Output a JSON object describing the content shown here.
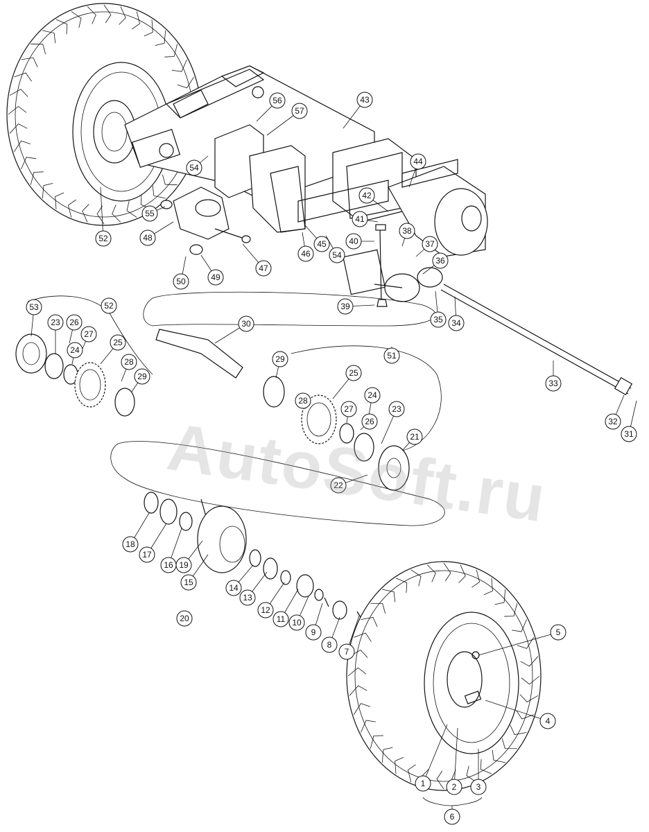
{
  "watermark": {
    "text": "AutoSoft.ru"
  },
  "callouts": [
    {
      "id": "1",
      "label": "1"
    },
    {
      "id": "2",
      "label": "2"
    },
    {
      "id": "3",
      "label": "3"
    },
    {
      "id": "4",
      "label": "4"
    },
    {
      "id": "5",
      "label": "5"
    },
    {
      "id": "6",
      "label": "6"
    },
    {
      "id": "7",
      "label": "7"
    },
    {
      "id": "8",
      "label": "8"
    },
    {
      "id": "9",
      "label": "9"
    },
    {
      "id": "10",
      "label": "10"
    },
    {
      "id": "11",
      "label": "11"
    },
    {
      "id": "12",
      "label": "12"
    },
    {
      "id": "13",
      "label": "13"
    },
    {
      "id": "14",
      "label": "14"
    },
    {
      "id": "15",
      "label": "15"
    },
    {
      "id": "16",
      "label": "16"
    },
    {
      "id": "17",
      "label": "17"
    },
    {
      "id": "18",
      "label": "18"
    },
    {
      "id": "19",
      "label": "19"
    },
    {
      "id": "20",
      "label": "20"
    },
    {
      "id": "21",
      "label": "21"
    },
    {
      "id": "22",
      "label": "22"
    },
    {
      "id": "23a",
      "label": "23"
    },
    {
      "id": "23b",
      "label": "23"
    },
    {
      "id": "24a",
      "label": "24"
    },
    {
      "id": "24b",
      "label": "24"
    },
    {
      "id": "25a",
      "label": "25"
    },
    {
      "id": "25b",
      "label": "25"
    },
    {
      "id": "26a",
      "label": "26"
    },
    {
      "id": "26b",
      "label": "26"
    },
    {
      "id": "27a",
      "label": "27"
    },
    {
      "id": "27b",
      "label": "27"
    },
    {
      "id": "28a",
      "label": "28"
    },
    {
      "id": "28b",
      "label": "28"
    },
    {
      "id": "29a",
      "label": "29"
    },
    {
      "id": "29b",
      "label": "29"
    },
    {
      "id": "30",
      "label": "30"
    },
    {
      "id": "31",
      "label": "31"
    },
    {
      "id": "32",
      "label": "32"
    },
    {
      "id": "33",
      "label": "33"
    },
    {
      "id": "34",
      "label": "34"
    },
    {
      "id": "35",
      "label": "35"
    },
    {
      "id": "36",
      "label": "36"
    },
    {
      "id": "37",
      "label": "37"
    },
    {
      "id": "38",
      "label": "38"
    },
    {
      "id": "39",
      "label": "39"
    },
    {
      "id": "40",
      "label": "40"
    },
    {
      "id": "41",
      "label": "41"
    },
    {
      "id": "42",
      "label": "42"
    },
    {
      "id": "43",
      "label": "43"
    },
    {
      "id": "44",
      "label": "44"
    },
    {
      "id": "45",
      "label": "45"
    },
    {
      "id": "46",
      "label": "46"
    },
    {
      "id": "47",
      "label": "47"
    },
    {
      "id": "48",
      "label": "48"
    },
    {
      "id": "49",
      "label": "49"
    },
    {
      "id": "50",
      "label": "50"
    },
    {
      "id": "51",
      "label": "51"
    },
    {
      "id": "52a",
      "label": "52"
    },
    {
      "id": "52b",
      "label": "52"
    },
    {
      "id": "53",
      "label": "53"
    },
    {
      "id": "54a",
      "label": "54"
    },
    {
      "id": "54b",
      "label": "54"
    },
    {
      "id": "55",
      "label": "55"
    },
    {
      "id": "56",
      "label": "56"
    },
    {
      "id": "57",
      "label": "57"
    }
  ]
}
